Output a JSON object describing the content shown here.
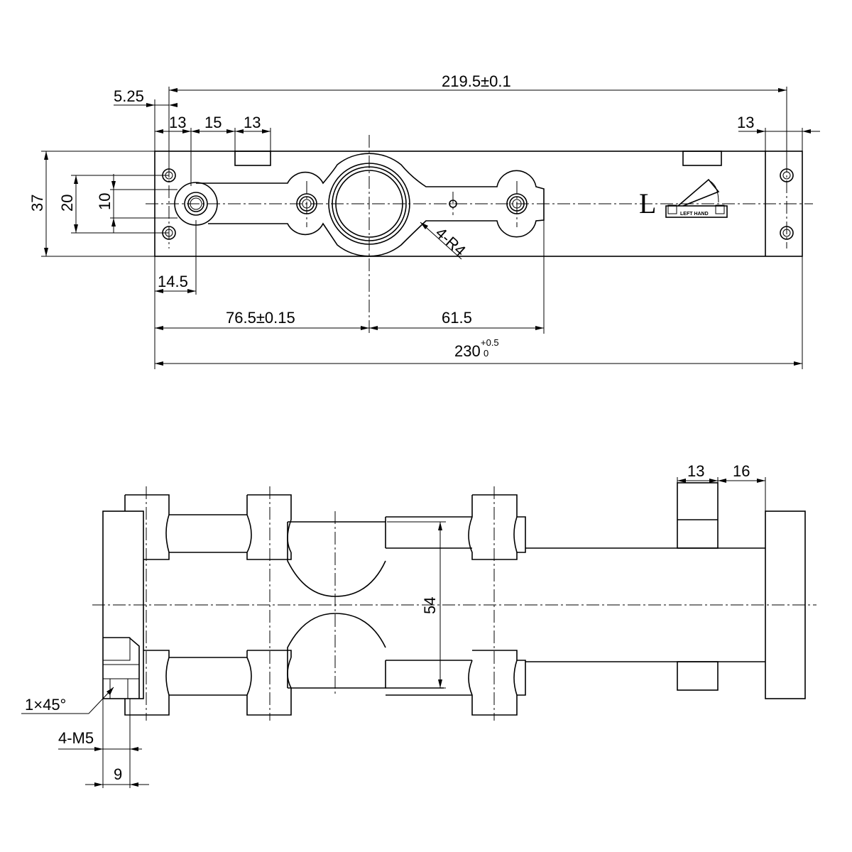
{
  "top_view": {
    "overall_length": "219.5±0.1",
    "left_offset": "5.25",
    "dim_13_a": "13",
    "dim_15": "15",
    "dim_13_b": "13",
    "dim_13_right": "13",
    "height_37": "37",
    "height_20": "20",
    "height_10": "10",
    "dim_14_5": "14.5",
    "dim_76_5": "76.5±0.15",
    "dim_61_5": "61.5",
    "total_base": "230",
    "tol_upper": "+0.5",
    "tol_lower": "0",
    "radius_note": "4-R4",
    "hand_letter": "L",
    "hand_label": "LEFT HAND"
  },
  "front_view": {
    "dim_13": "13",
    "dim_16": "16",
    "dim_54": "54",
    "chamfer": "1×45°",
    "thread": "4-M5",
    "dim_9": "9"
  }
}
